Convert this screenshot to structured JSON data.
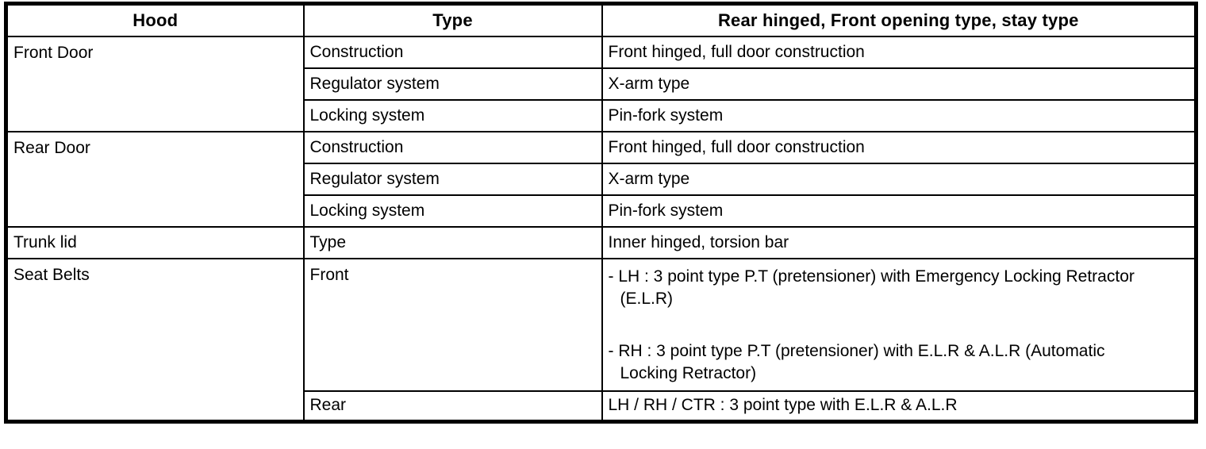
{
  "table": {
    "header": {
      "hood": "Hood",
      "type": "Type",
      "spec": "Rear hinged, Front opening type, stay type"
    },
    "front_door": {
      "label": "Front Door",
      "rows": [
        {
          "attr": "Construction",
          "value": "Front hinged, full door construction"
        },
        {
          "attr": "Regulator system",
          "value": "X-arm type"
        },
        {
          "attr": "Locking system",
          "value": "Pin-fork system"
        }
      ]
    },
    "rear_door": {
      "label": "Rear Door",
      "rows": [
        {
          "attr": "Construction",
          "value": "Front hinged, full door construction"
        },
        {
          "attr": "Regulator system",
          "value": "X-arm type"
        },
        {
          "attr": "Locking system",
          "value": "Pin-fork system"
        }
      ]
    },
    "trunk_lid": {
      "label": "Trunk lid",
      "attr": "Type",
      "value": "Inner hinged, torsion bar"
    },
    "seat_belts": {
      "label": "Seat Belts",
      "front": {
        "attr": "Front",
        "items": [
          "- LH : 3 point type P.T (pretensioner) with Emergency Locking Retractor (E.L.R)",
          "- RH : 3 point type P.T (pretensioner) with E.L.R & A.L.R (Automatic Locking Retractor)"
        ]
      },
      "rear": {
        "attr": "Rear",
        "value": "LH / RH / CTR : 3 point type with E.L.R & A.L.R"
      }
    },
    "colors": {
      "border": "#000000",
      "text": "#000000",
      "background": "#ffffff"
    }
  }
}
